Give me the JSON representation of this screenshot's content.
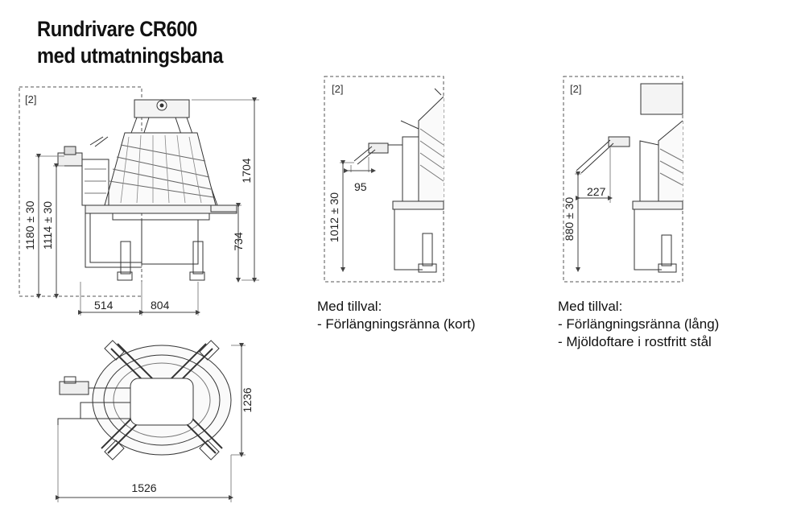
{
  "title": {
    "line1": "Rundrivare CR600",
    "line2": "med utmatningsbana"
  },
  "main_view": {
    "tag": "[2]",
    "dims": {
      "overall_height": "1704",
      "outlet_height_a": "1180 ± 30",
      "outlet_height_b": "1114 ± 30",
      "table_height": "734",
      "width_left": "514",
      "width_right": "804"
    }
  },
  "top_view": {
    "dims": {
      "depth": "1236",
      "width": "1526"
    }
  },
  "option_short": {
    "tag": "[2]",
    "dims": {
      "offset": "95",
      "height": "1012 ± 30"
    },
    "caption": {
      "heading": "Med tillval:",
      "items": [
        "- Förlängningsränna (kort)"
      ]
    }
  },
  "option_long": {
    "tag": "[2]",
    "dims": {
      "offset": "227",
      "height": "880 ± 30"
    },
    "caption": {
      "heading": "Med tillval:",
      "items": [
        "- Förlängningsränna (lång)",
        "- Mjöldoftare i rostfritt stål"
      ]
    }
  }
}
